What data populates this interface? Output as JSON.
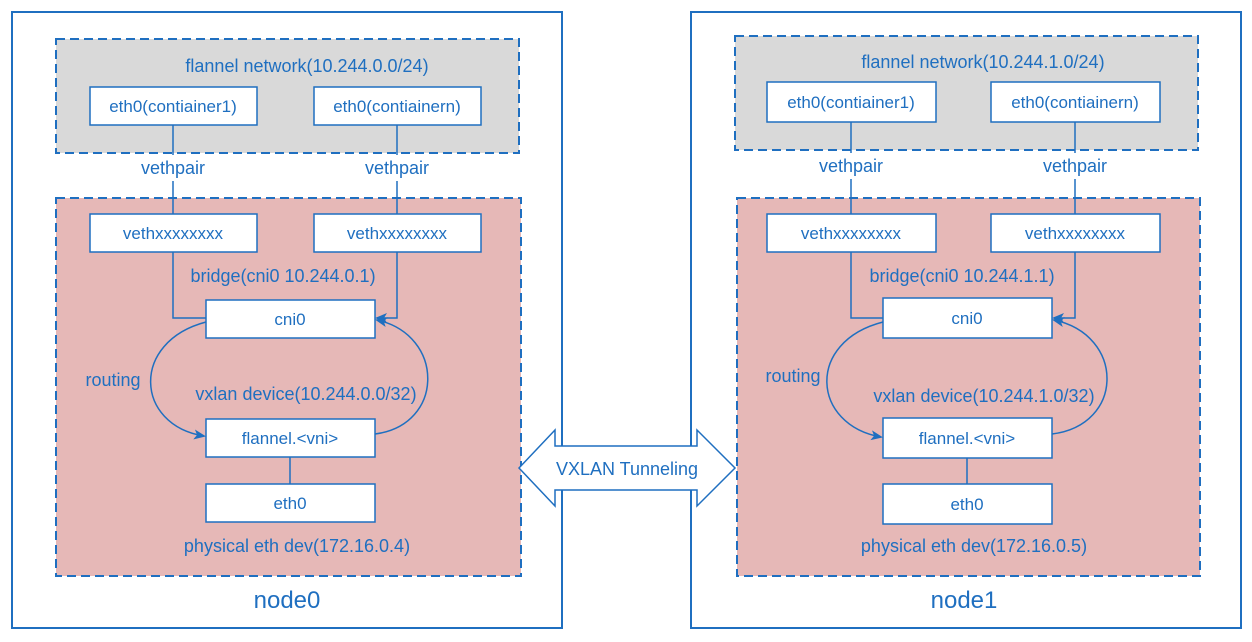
{
  "tunnel": {
    "label": "VXLAN Tunneling"
  },
  "nodes": [
    {
      "name": "node0",
      "flannel_network": "flannel network(10.244.0.0/24)",
      "containers": [
        "eth0(contiainer1)",
        "eth0(contiainern)"
      ],
      "vethpair_labels": [
        "vethpair",
        "vethpair"
      ],
      "veths": [
        "vethxxxxxxxx",
        "vethxxxxxxxx"
      ],
      "bridge_label": "bridge(cni0 10.244.0.1)",
      "cni0": "cni0",
      "routing_label": "routing",
      "vxlan_label": "vxlan device(10.244.0.0/32)",
      "flannel_dev": "flannel.<vni>",
      "eth0": "eth0",
      "physical_label": "physical eth dev(172.16.0.4)"
    },
    {
      "name": "node1",
      "flannel_network": "flannel network(10.244.1.0/24)",
      "containers": [
        "eth0(contiainer1)",
        "eth0(contiainern)"
      ],
      "vethpair_labels": [
        "vethpair",
        "vethpair"
      ],
      "veths": [
        "vethxxxxxxxx",
        "vethxxxxxxxx"
      ],
      "bridge_label": "bridge(cni0 10.244.1.1)",
      "cni0": "cni0",
      "routing_label": "routing",
      "vxlan_label": "vxlan device(10.244.1.0/32)",
      "flannel_dev": "flannel.<vni>",
      "eth0": "eth0",
      "physical_label": "physical eth dev(172.16.0.5)"
    }
  ],
  "colors": {
    "line": "#1f6fc0",
    "text": "#1f6fc0",
    "flannel_area": "#d9d9d9",
    "host_area": "#e6b8b7",
    "box_fill": "#ffffff"
  }
}
